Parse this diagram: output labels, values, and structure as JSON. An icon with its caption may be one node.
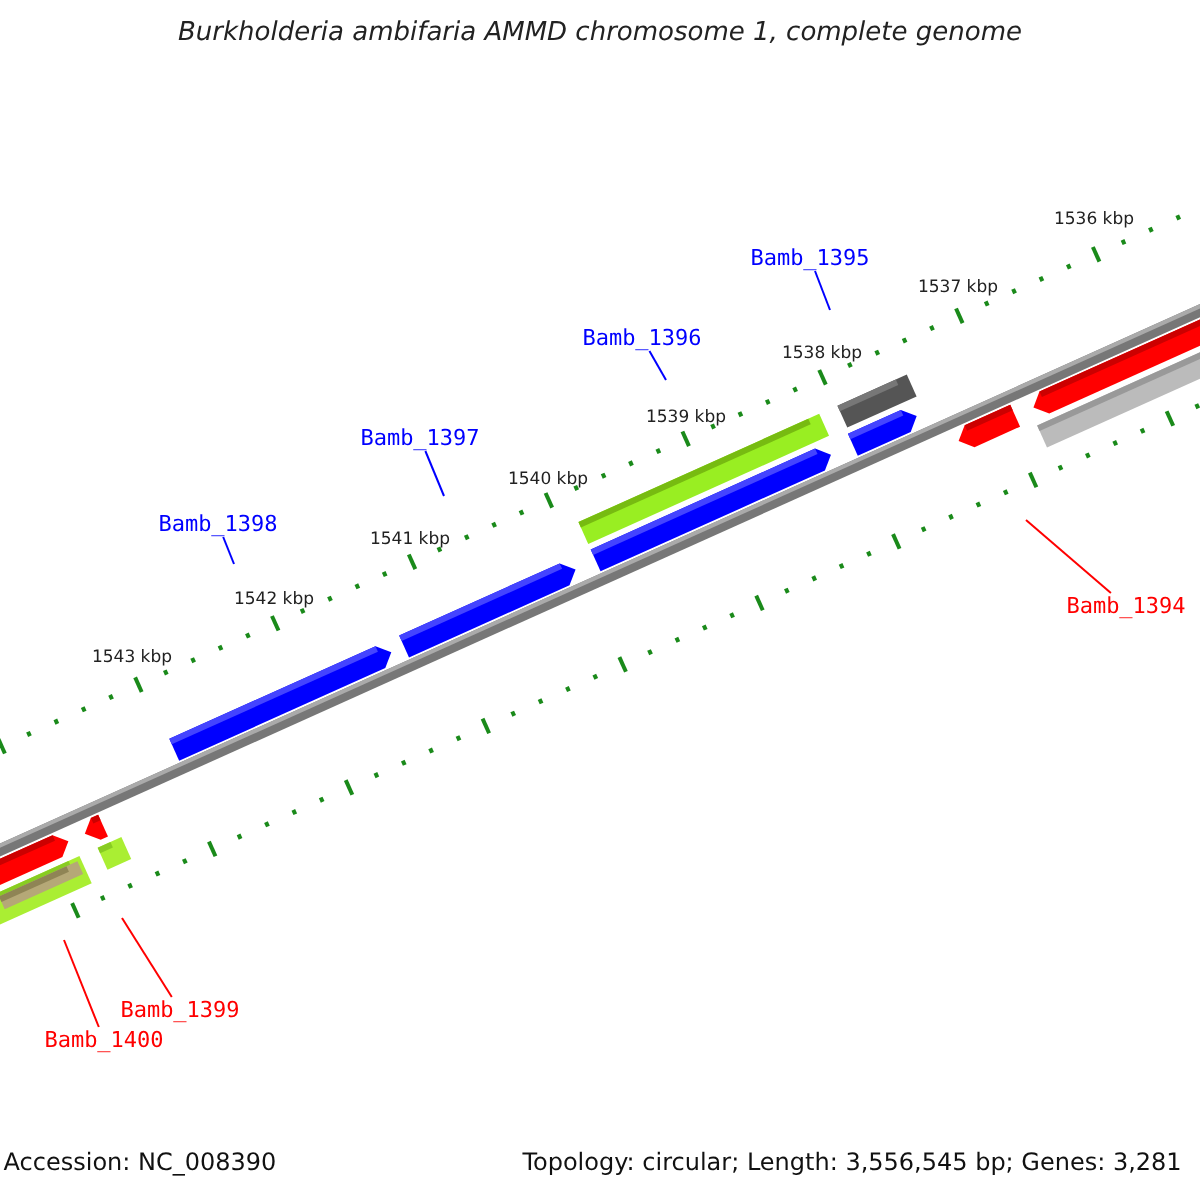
{
  "diagram": {
    "title": "Burkholderia ambifaria AMMD chromosome 1, complete genome",
    "nodes": [
      {
        "text": [
          "Bamb_1395"
        ]
      },
      {
        "text": [
          "Bamb_1396"
        ]
      },
      {
        "text": [
          "Bamb_1397"
        ]
      },
      {
        "text": [
          "Bamb_1398"
        ]
      },
      {
        "text": [
          "Bamb_1394"
        ]
      },
      {
        "text": [
          "Bamb_1399"
        ]
      },
      {
        "text": [
          "Bamb_1400"
        ]
      }
    ],
    "edges": [
      {
        "from": 0,
        "to": null,
        "arrow": "none"
      },
      {
        "from": 1,
        "to": null,
        "arrow": "none"
      },
      {
        "from": 2,
        "to": null,
        "arrow": "none"
      },
      {
        "from": 3,
        "to": null,
        "arrow": "none"
      },
      {
        "from": 4,
        "to": null,
        "arrow": "none",
        "color": "#ff0000"
      },
      {
        "from": 5,
        "to": null,
        "arrow": "none",
        "color": "#ff0000"
      },
      {
        "from": 6,
        "to": null,
        "arrow": "none",
        "color": "#ff0000"
      }
    ],
    "labels": [
      "1536 kbp",
      "1537 kbp",
      "1538 kbp",
      "1539 kbp",
      "1540 kbp",
      "1541 kbp",
      "1542 kbp",
      "1543 kbp",
      "Accession: NC_008390",
      "Topology: circular; Length: 3,556,545 bp; Genes: 3,281"
    ]
  }
}
